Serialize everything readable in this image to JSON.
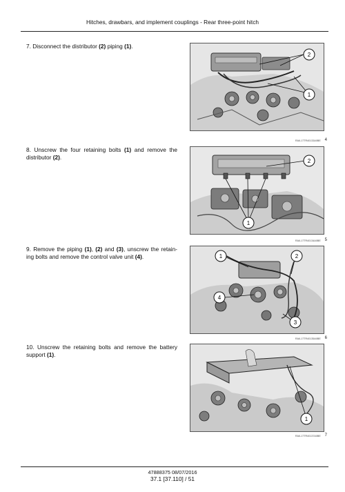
{
  "header": {
    "title": "Hitches, drawbars, and implement couplings - Rear three-point hitch"
  },
  "steps": [
    {
      "number": "7.",
      "parts": [
        "Disconnect the distributor ",
        {
          "b": "(2)"
        },
        " piping ",
        {
          "b": "(1)"
        },
        "."
      ],
      "figure": {
        "code": "RAIL17TR40133A0BE",
        "number": "4",
        "callouts": [
          "2",
          "1"
        ]
      }
    },
    {
      "number": "8.",
      "parts": [
        "Unscrew the four retaining bolts ",
        {
          "b": "(1)"
        },
        " and remove the distributor ",
        {
          "b": "(2)"
        },
        "."
      ],
      "figure": {
        "code": "RAIL17TR40134A0BE",
        "number": "5",
        "callouts": [
          "2",
          "1"
        ]
      }
    },
    {
      "number": "9.",
      "parts": [
        "Remove the piping ",
        {
          "b": "(1)"
        },
        ", ",
        {
          "b": "(2)"
        },
        " and ",
        {
          "b": "(3)"
        },
        ", unscrew the retain-ing bolts and remove the control valve unit ",
        {
          "b": "(4)"
        },
        "."
      ],
      "figure": {
        "code": "RAIL17TR40135A0BE",
        "number": "6",
        "callouts": [
          "1",
          "2",
          "4",
          "3"
        ]
      }
    },
    {
      "number": "10.",
      "parts": [
        "Unscrew the retaining bolts and remove the battery support ",
        {
          "b": "(1)"
        },
        "."
      ],
      "figure": {
        "code": "RAIL17TR40137A0BE",
        "number": "7",
        "callouts": [
          "1"
        ]
      }
    }
  ],
  "footer": {
    "doc_ref": "47888375 08/07/2016",
    "page_ref": "37.1 [37.110] / 51"
  }
}
